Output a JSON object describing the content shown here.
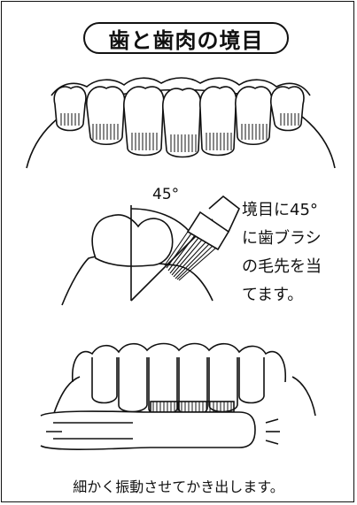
{
  "title": "歯と歯肉の境目",
  "angle_label": "45°",
  "side_text": [
    "境目に45°",
    "に歯ブラシ",
    "の毛先を当",
    "てます。"
  ],
  "caption": "細かく振動させてかき出します。"
}
